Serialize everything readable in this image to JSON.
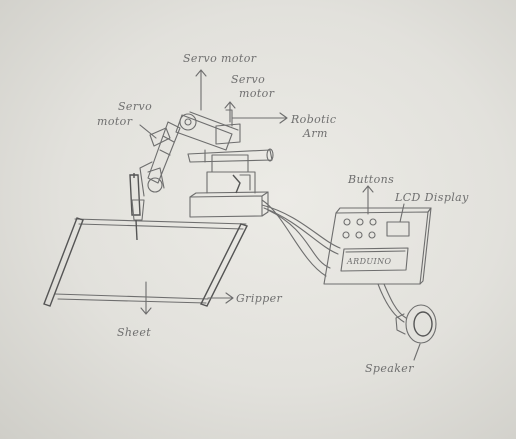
{
  "labels": {
    "servo_motor_top": "Servo motor",
    "servo_motor_mid_1": "Servo",
    "servo_motor_mid_2": "motor",
    "servo_motor_left_1": "Servo",
    "servo_motor_left_2": "motor",
    "robotic_arm_1": "Robotic",
    "robotic_arm_2": "Arm",
    "buttons": "Buttons",
    "lcd_display": "LCD Display",
    "arduino": "ARDUINO",
    "gripper": "Gripper",
    "sheet": "Sheet",
    "speaker": "Speaker"
  }
}
